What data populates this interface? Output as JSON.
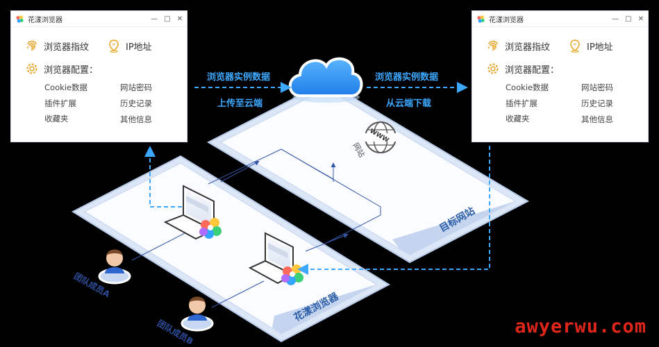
{
  "windows": {
    "left": {
      "title": "花漾浏览器",
      "fingerprint": "浏览器指纹",
      "ip": "IP地址",
      "config": "浏览器配置：",
      "items": [
        "Cookie数据",
        "网站密码",
        "插件扩展",
        "历史记录",
        "收藏夹",
        "其他信息"
      ]
    },
    "right": {
      "title": "花漾浏览器",
      "fingerprint": "浏览器指纹",
      "ip": "IP地址",
      "config": "浏览器配置：",
      "items": [
        "Cookie数据",
        "网站密码",
        "插件扩展",
        "历史记录",
        "收藏夹",
        "其他信息"
      ]
    }
  },
  "flow": {
    "upload_line1": "浏览器实例数据",
    "upload_line2": "上传至云端",
    "download_line1": "浏览器实例数据",
    "download_line2": "从云端下载"
  },
  "planes": {
    "browser_label": "花漾浏览器",
    "site_label": "目标网站",
    "site_small": "网站",
    "www": "WWW"
  },
  "users": {
    "a": "团队成员A",
    "b": "团队成员B"
  },
  "watermark": "awyerwu.com",
  "colors": {
    "flow_blue": "#3ca8ff",
    "plane_fill": "#eef4ff",
    "cloud": "#2f8ef0",
    "watermark": "#e0261a"
  }
}
